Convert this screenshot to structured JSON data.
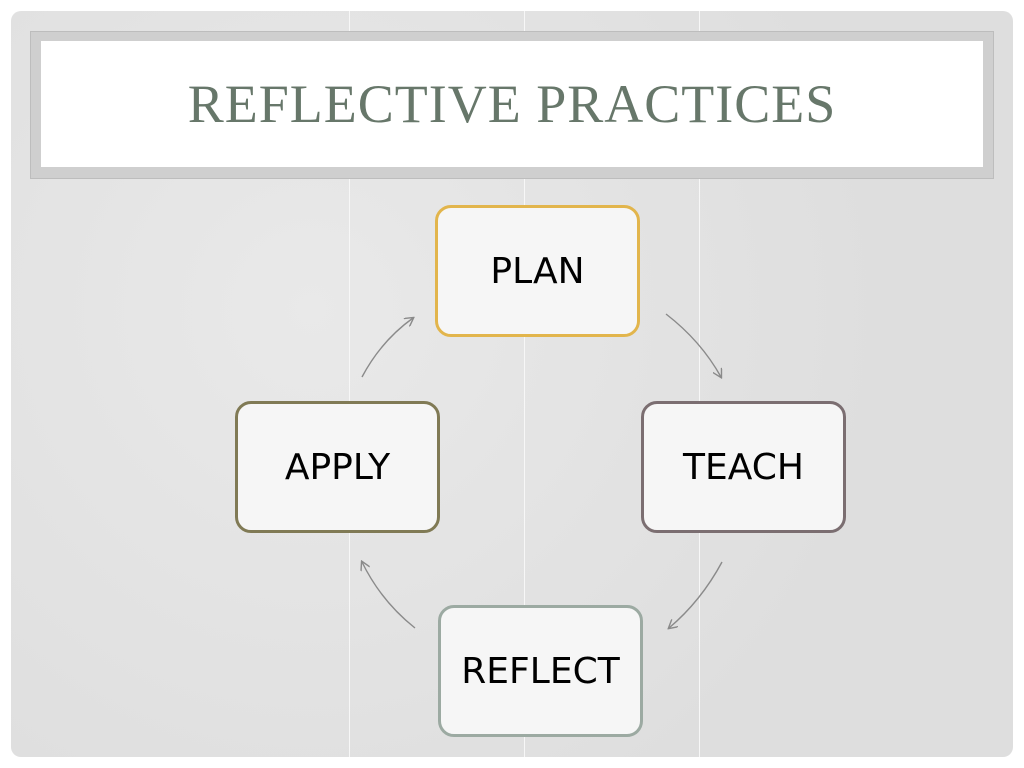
{
  "slide": {
    "title": "REFLECTIVE PRACTICES"
  },
  "cycle": {
    "nodes": [
      {
        "id": "plan",
        "label": "PLAN",
        "border_color": "#E2B54C"
      },
      {
        "id": "teach",
        "label": "TEACH",
        "border_color": "#7B6E71"
      },
      {
        "id": "reflect",
        "label": "REFLECT",
        "border_color": "#9CAAA2"
      },
      {
        "id": "apply",
        "label": "APPLY",
        "border_color": "#807A55"
      }
    ],
    "edges": [
      {
        "from": "plan",
        "to": "teach"
      },
      {
        "from": "teach",
        "to": "reflect"
      },
      {
        "from": "reflect",
        "to": "apply"
      },
      {
        "from": "apply",
        "to": "plan"
      }
    ],
    "arrow_color": "#8A8A8A"
  },
  "colors": {
    "title": "#67776A",
    "background": "#E4E4E4"
  }
}
